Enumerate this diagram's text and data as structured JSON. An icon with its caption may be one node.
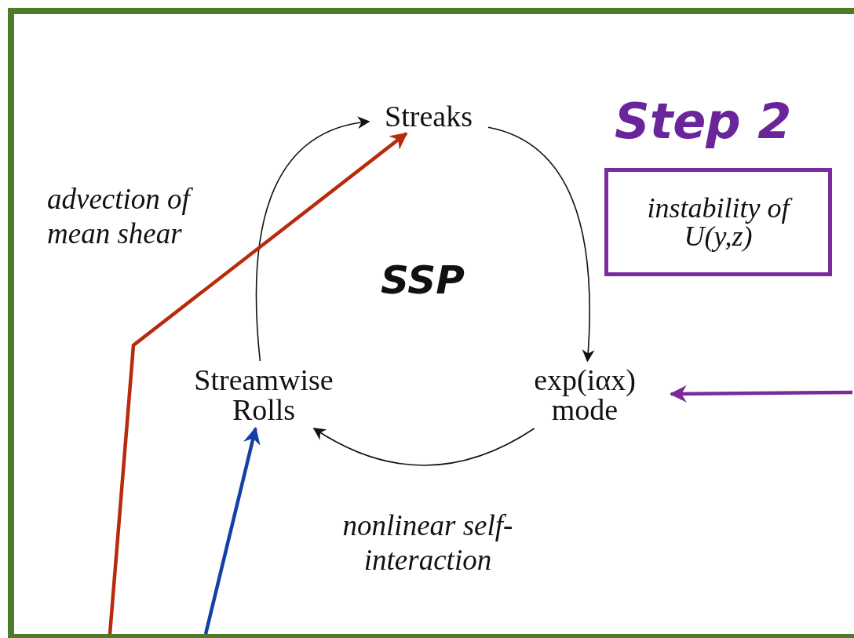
{
  "diagram": {
    "nodes": [
      {
        "text": [
          "Streaks"
        ]
      },
      {
        "text": [
          "Streamwise Rolls"
        ]
      },
      {
        "text": [
          "exp(iαx) mode"
        ]
      },
      {
        "text": [
          "instability of U(y,z)"
        ],
        "beside": [
          "Step 2"
        ]
      }
    ],
    "edges": [
      {
        "from": 0,
        "to": 2,
        "arrow": "to"
      },
      {
        "from": 2,
        "to": 1,
        "arrow": "to",
        "label": "nonlinear self-interaction"
      },
      {
        "from": 1,
        "to": 0,
        "arrow": "to",
        "label": "advection of mean shear"
      },
      {
        "from": null,
        "to": 0,
        "arrow": "to",
        "style": "thick",
        "color": "#b82a0c"
      },
      {
        "from": null,
        "to": 1,
        "arrow": "to",
        "style": "thick",
        "color": "#1040a8"
      },
      {
        "from": null,
        "to": 2,
        "arrow": "to",
        "style": "thick",
        "color": "#7a2a9c"
      }
    ],
    "labels": [
      "SSP"
    ]
  }
}
